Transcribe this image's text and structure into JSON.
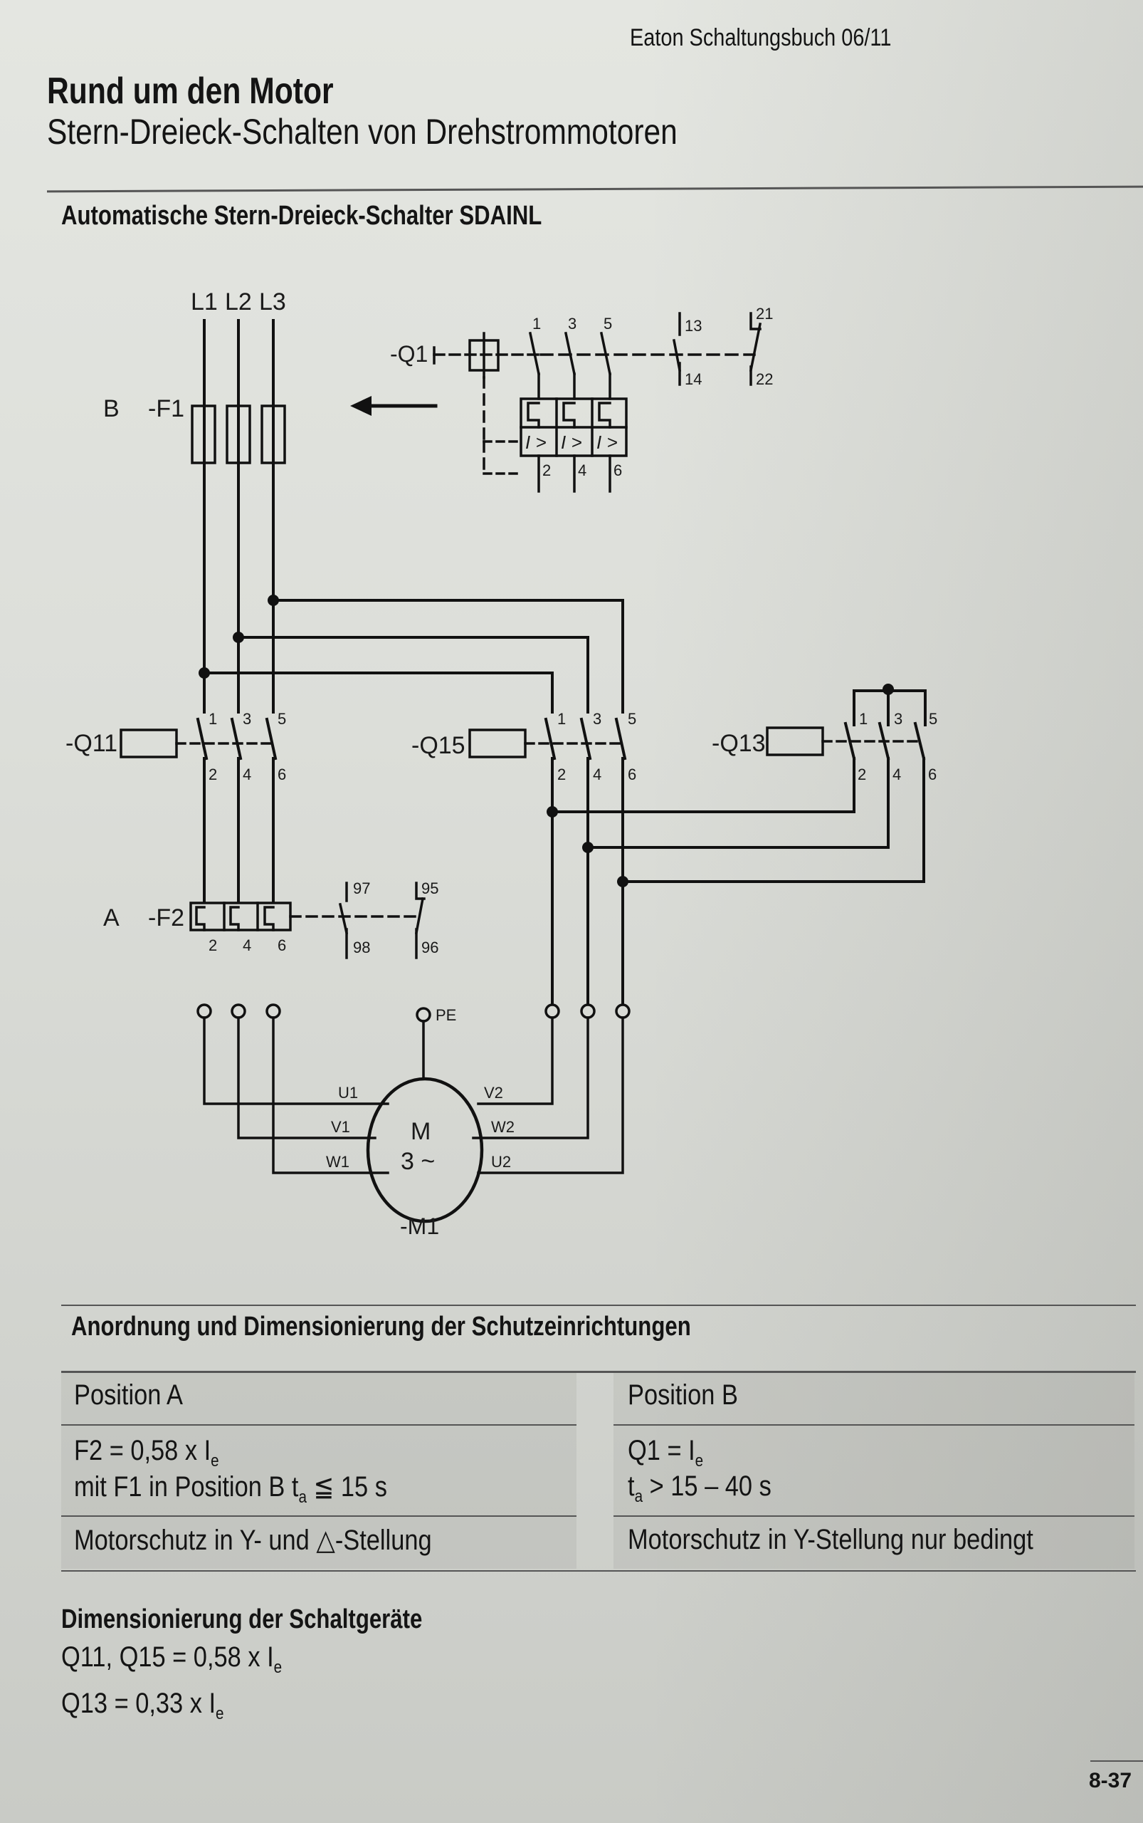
{
  "header": {
    "book": "Eaton Schaltungsbuch 06/11",
    "title": "Rund um den Motor",
    "subtitle": "Stern-Dreieck-Schalten von Drehstrommotoren"
  },
  "section_title": "Automatische Stern-Dreieck-Schalter SDAINL",
  "diagram": {
    "phases": [
      "L1",
      "L2",
      "L3"
    ],
    "position_b_label": "B",
    "position_a_label": "A",
    "fuse_label": "-F1",
    "overload_label": "-F2",
    "breaker_label": "-Q1",
    "breaker_contacts_top": [
      "1",
      "3",
      "5"
    ],
    "breaker_contacts_bottom": [
      "2",
      "4",
      "6"
    ],
    "breaker_aux": [
      "13",
      "14",
      "21",
      "22"
    ],
    "breaker_trip_symbol": "I >",
    "contactors": [
      {
        "label": "-Q11",
        "top": [
          "1",
          "3",
          "5"
        ],
        "bottom": [
          "2",
          "4",
          "6"
        ]
      },
      {
        "label": "-Q15",
        "top": [
          "1",
          "3",
          "5"
        ],
        "bottom": [
          "2",
          "4",
          "6"
        ]
      },
      {
        "label": "-Q13",
        "top": [
          "1",
          "3",
          "5"
        ],
        "bottom": [
          "2",
          "4",
          "6"
        ]
      }
    ],
    "overload_terminals": [
      "2",
      "4",
      "6"
    ],
    "overload_aux": [
      "97",
      "98",
      "95",
      "96"
    ],
    "pe_label": "PE",
    "motor": {
      "label": "-M1",
      "symbol_top": "M",
      "symbol_bottom": "3 ~",
      "left_terminals": [
        "U1",
        "V1",
        "W1"
      ],
      "right_terminals": [
        "V2",
        "W2",
        "U2"
      ]
    }
  },
  "table": {
    "title": "Anordnung und Dimensionierung der Schutzeinrichtungen",
    "columns": [
      {
        "header": "Position A",
        "line1": "F2 = 0,58 x I",
        "line1_sub": "e",
        "line2_pre": "mit F1 in Position B t",
        "line2_sub": "a",
        "line2_post": " ≦ 15 s",
        "footer": "Motorschutz in Y- und △-Stellung"
      },
      {
        "header": "Position B",
        "line1": "Q1 = I",
        "line1_sub": "e",
        "line2_pre": "t",
        "line2_sub": "a",
        "line2_post": " > 15 – 40 s",
        "footer": "Motorschutz in Y-Stellung nur bedingt"
      }
    ]
  },
  "dimensioning": {
    "title": "Dimensionierung der Schaltgeräte",
    "line1": "Q11, Q15 = 0,58 x I",
    "line1_sub": "e",
    "line2": "Q13 = 0,33 x I",
    "line2_sub": "e"
  },
  "page_number": "8-37"
}
